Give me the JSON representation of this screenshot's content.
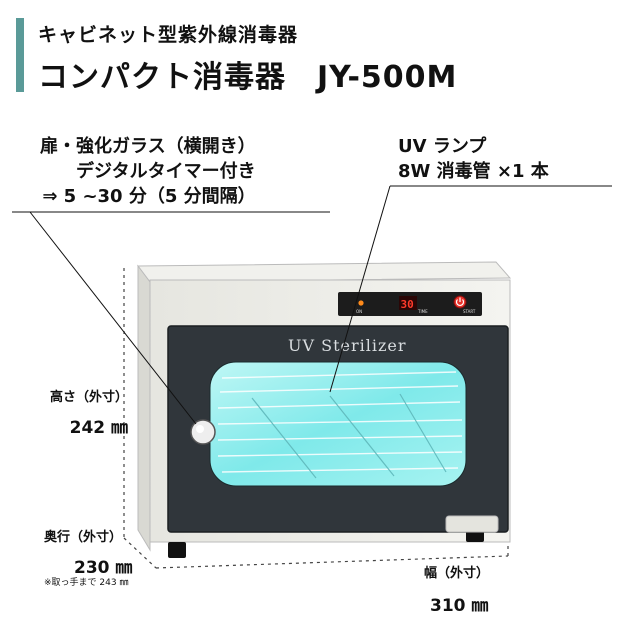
{
  "header": {
    "subtitle": "キャビネット型紫外線消毒器",
    "title": "コンパクト消毒器　JY-500M",
    "accent_color": "#5a9a98"
  },
  "callouts": {
    "left_lines": [
      "扉・強化ガラス（横開き）",
      "デジタルタイマー付き",
      "⇒ 5 ~30 分（5 分間隔）"
    ],
    "right_lines": [
      "UV ランプ",
      "8W 消毒管 ×1 本"
    ]
  },
  "product": {
    "door_label": "UV  Sterilizer",
    "timer_display": "30",
    "panel_on_label": "ON",
    "panel_time_label": "TIME",
    "panel_start_label": "START"
  },
  "dimensions": {
    "height_label": "高さ（外寸）",
    "height_value": "242 ㎜",
    "depth_label": "奥行（外寸）",
    "depth_value": "230 ㎜",
    "depth_note": "※取っ手まで 243 ㎜",
    "width_label": "幅（外寸）",
    "width_value": "310 ㎜"
  }
}
